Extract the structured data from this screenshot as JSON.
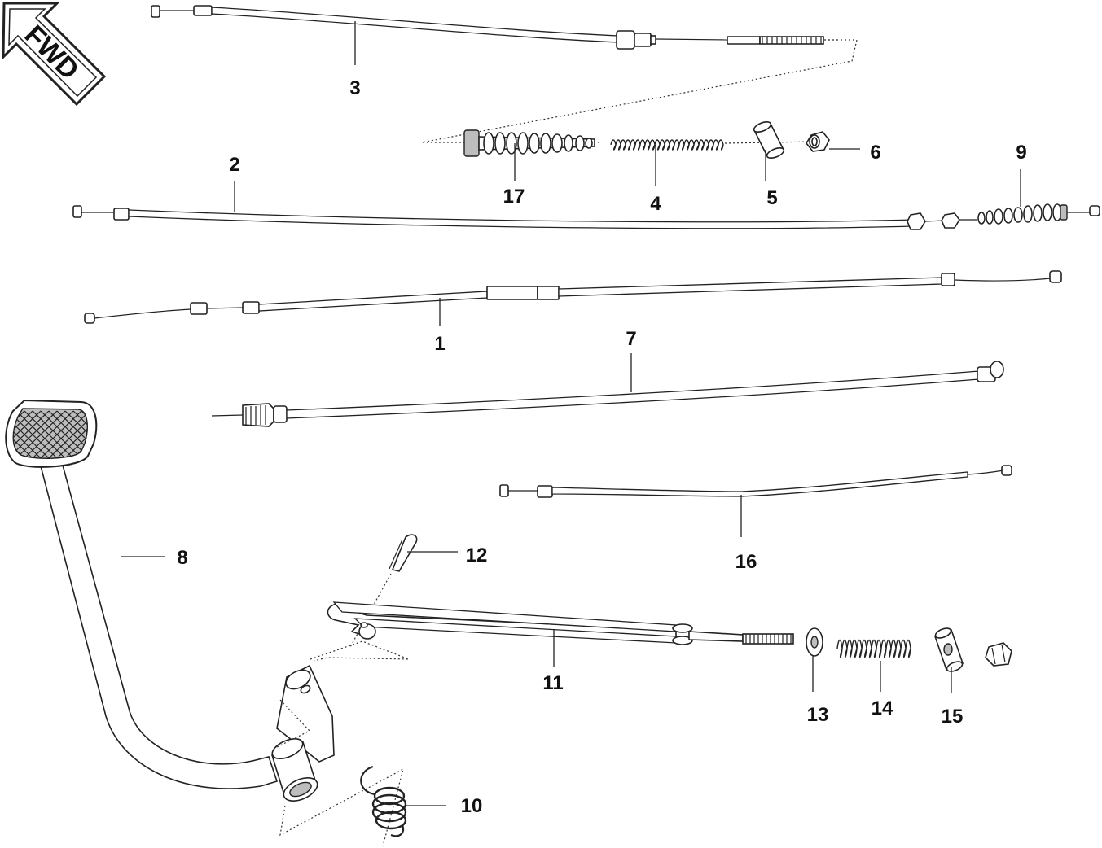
{
  "fwd_badge": {
    "label": "FWD"
  },
  "callouts": [
    {
      "id": "1",
      "label": "1"
    },
    {
      "id": "2",
      "label": "2"
    },
    {
      "id": "3",
      "label": "3"
    },
    {
      "id": "4",
      "label": "4"
    },
    {
      "id": "5",
      "label": "5"
    },
    {
      "id": "6",
      "label": "6"
    },
    {
      "id": "7",
      "label": "7"
    },
    {
      "id": "8",
      "label": "8"
    },
    {
      "id": "9",
      "label": "9"
    },
    {
      "id": "10",
      "label": "10"
    },
    {
      "id": "11",
      "label": "11"
    },
    {
      "id": "12",
      "label": "12"
    },
    {
      "id": "13",
      "label": "13"
    },
    {
      "id": "14",
      "label": "14"
    },
    {
      "id": "15",
      "label": "15"
    },
    {
      "id": "16",
      "label": "16"
    },
    {
      "id": "17",
      "label": "17"
    }
  ]
}
